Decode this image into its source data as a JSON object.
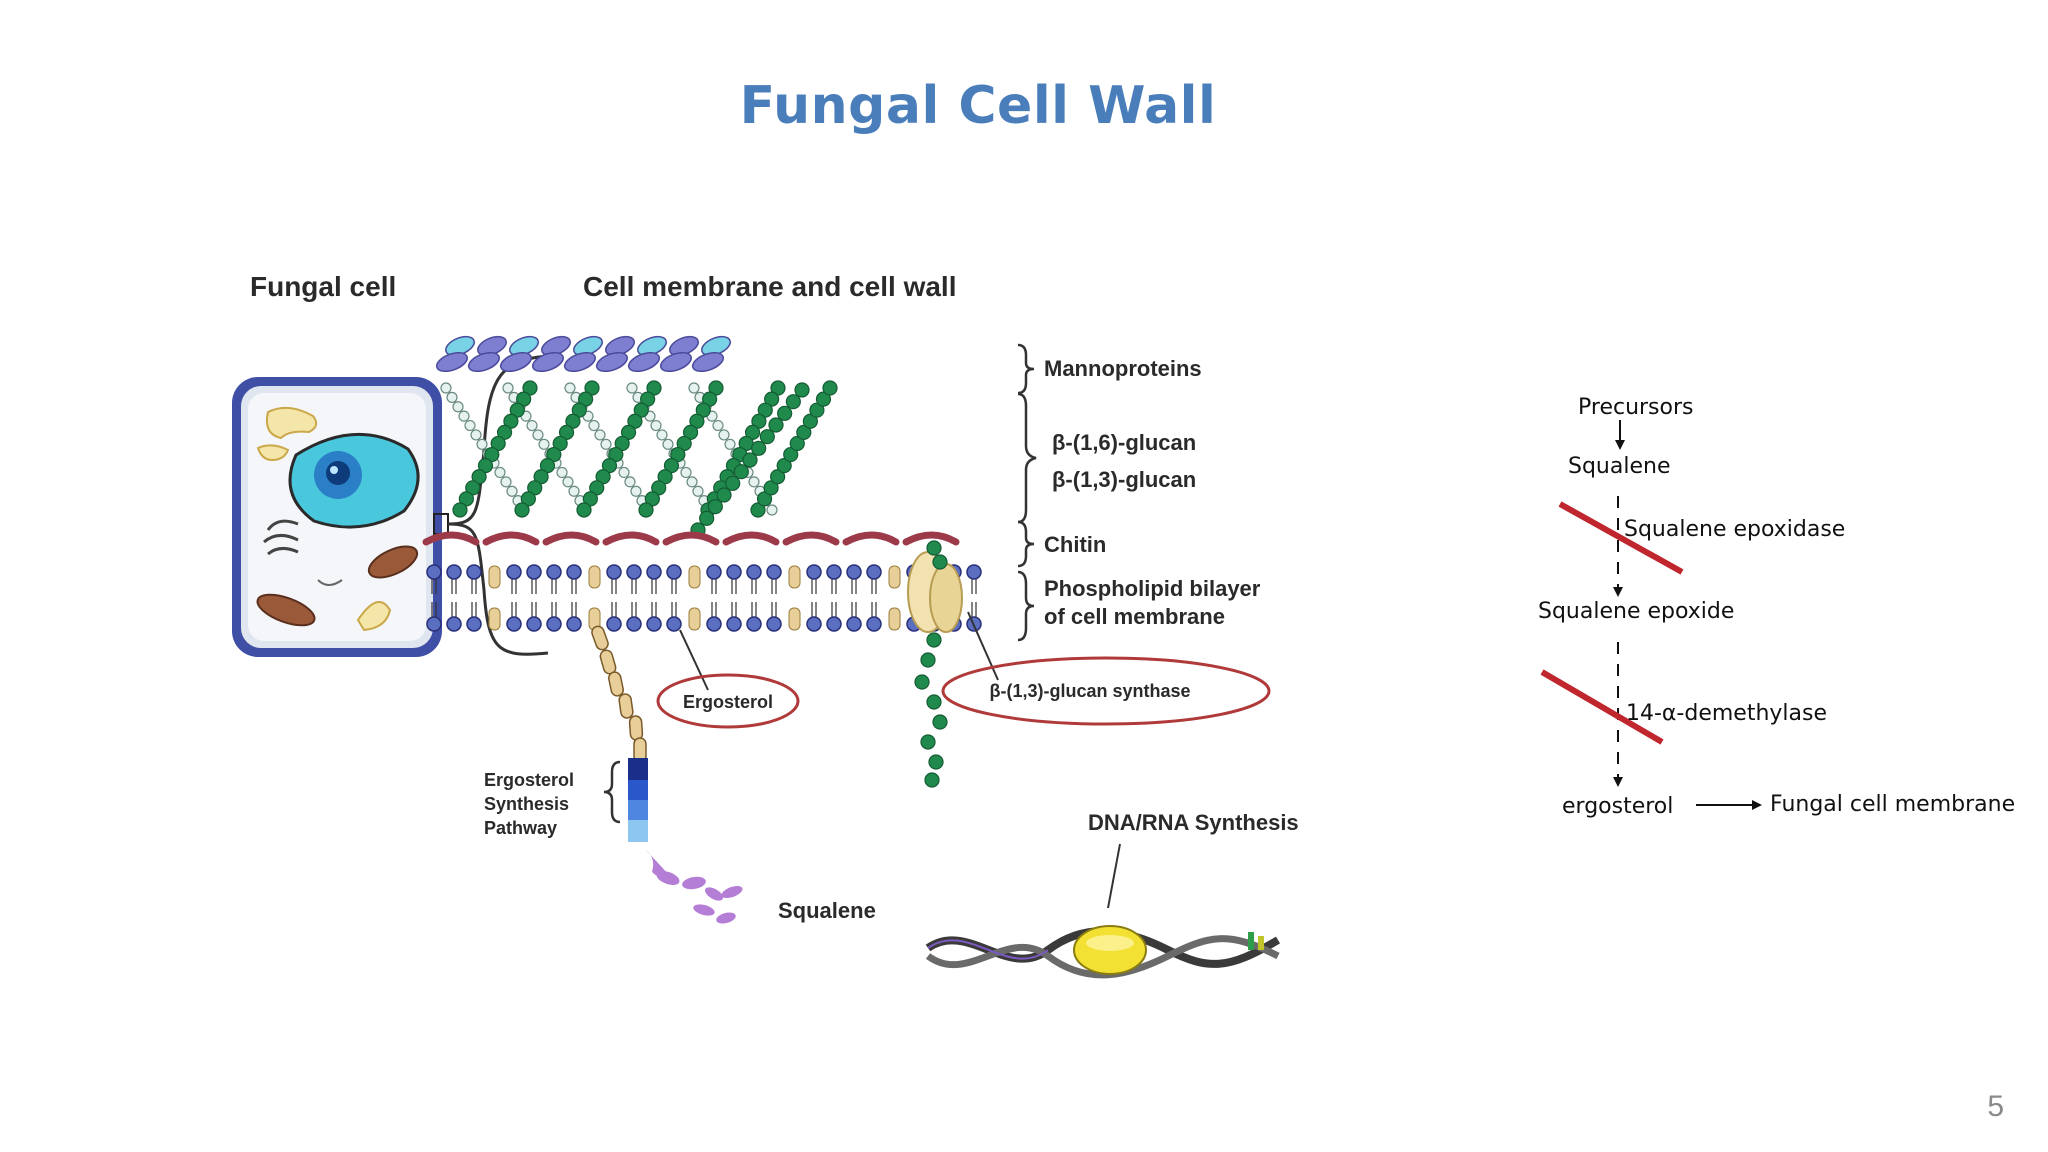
{
  "slide": {
    "title": "Fungal Cell Wall",
    "page_number": "5"
  },
  "figure": {
    "heading_cell": "Fungal cell",
    "heading_wall": "Cell membrane and cell wall",
    "layers": {
      "mannoproteins": "Mannoproteins",
      "b16_glucan": "β-(1,6)-glucan",
      "b13_glucan": "β-(1,3)-glucan",
      "chitin": "Chitin",
      "phospholipid_line1": "Phospholipid bilayer",
      "phospholipid_line2": "of cell membrane"
    },
    "ergosterol": "Ergosterol",
    "glucan_synthase": "β-(1,3)-glucan synthase",
    "pathway_line1": "Ergosterol",
    "pathway_line2": "Synthesis",
    "pathway_line3": "Pathway",
    "squalene": "Squalene",
    "dna_rna": "DNA/RNA Synthesis"
  },
  "pathway": {
    "precursors": "Precursors",
    "squalene": "Squalene",
    "squalene_epoxidase": "Squalene epoxidase",
    "squalene_epoxide": "Squalene epoxide",
    "demethylase": "14-α-demethylase",
    "ergosterol": "ergosterol",
    "membrane": "Fungal cell membrane"
  },
  "colors": {
    "title": "#4a7ebb",
    "highlight_ring": "#b03a3a",
    "inhibit_bar": "#c0262d",
    "mannoprotein_blue": "#7f7fd1",
    "mannoprotein_cyan": "#7ad2e6",
    "glucan_green": "#1f8a4c",
    "chitin_red": "#9c3a4a",
    "membrane_navy": "#2a2f7a",
    "ergosterol_tan": "#e8cf9a",
    "squalene_purple": "#b57ed6",
    "nucleus_cyan": "#3fc7dd",
    "dna_yellow": "#f2e032"
  }
}
